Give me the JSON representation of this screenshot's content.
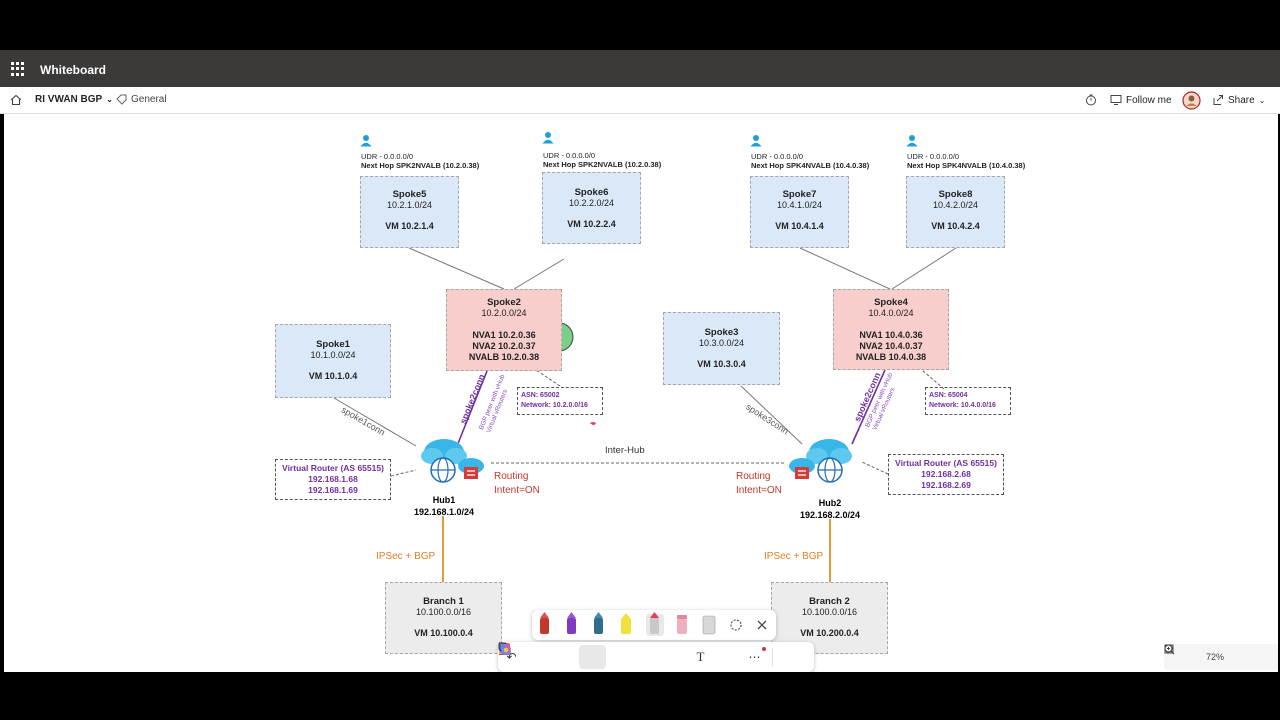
{
  "app": {
    "title": "Whiteboard"
  },
  "toolbar": {
    "board_name": "RI VWAN BGP",
    "sensitivity": "General",
    "follow_me": "Follow me",
    "share": "Share"
  },
  "diagram": {
    "spokes_top": [
      {
        "udr1": "UDR - 0.0.0.0/0",
        "udr2": "Next Hop SPK2NVALB (10.2.0.38)",
        "name": "Spoke5",
        "cidr": "10.2.1.0/24",
        "vm": "VM 10.2.1.4"
      },
      {
        "udr1": "UDR - 0.0.0.0/0",
        "udr2": "Next Hop SPK2NVALB (10.2.0.38)",
        "name": "Spoke6",
        "cidr": "10.2.2.0/24",
        "vm": "VM 10.2.2.4"
      },
      {
        "udr1": "UDR - 0.0.0.0/0",
        "udr2": "Next Hop SPK4NVALB (10.4.0.38)",
        "name": "Spoke7",
        "cidr": "10.4.1.0/24",
        "vm": "VM 10.4.1.4"
      },
      {
        "udr1": "UDR - 0.0.0.0/0",
        "udr2": "Next Hop SPK4NVALB (10.4.0.38)",
        "name": "Spoke8",
        "cidr": "10.4.2.0/24",
        "vm": "VM 10.4.2.4"
      }
    ],
    "spoke2": {
      "name": "Spoke2",
      "cidr": "10.2.0.0/24",
      "nva1": "NVA1 10.2.0.36",
      "nva2": "NVA2 10.2.0.37",
      "nvalb": "NVALB 10.2.0.38"
    },
    "spoke4": {
      "name": "Spoke4",
      "cidr": "10.4.0.0/24",
      "nva1": "NVA1 10.4.0.36",
      "nva2": "NVA2 10.4.0.37",
      "nvalb": "NVALB 10.4.0.38"
    },
    "spoke1": {
      "name": "Spoke1",
      "cidr": "10.1.0.0/24",
      "vm": "VM 10.1.0.4"
    },
    "spoke3": {
      "name": "Spoke3",
      "cidr": "10.3.0.0/24",
      "vm": "VM 10.3.0.4"
    },
    "asn1": {
      "asn": "ASN: 65002",
      "network": "Network: 10.2.0.0/16"
    },
    "asn2": {
      "asn": "ASN: 65004",
      "network": "Network: 10.4.0.0/16"
    },
    "vr1": {
      "title": "Virtual Router (AS 65515)",
      "ip1": "192.168.1.68",
      "ip2": "192.168.1.69"
    },
    "vr2": {
      "title": "Virtual Router (AS 65515)",
      "ip1": "192.168.2.68",
      "ip2": "192.168.2.69"
    },
    "hub1": {
      "name": "Hub1",
      "cidr": "192.168.1.0/24"
    },
    "hub2": {
      "name": "Hub2",
      "cidr": "192.168.2.0/24"
    },
    "routing_left": {
      "l1": "Routing",
      "l2": "Intent=ON"
    },
    "routing_right": {
      "l1": "Routing",
      "l2": "Intent=ON"
    },
    "interhub": "Inter-Hub",
    "spoke1conn": "spoke1conn",
    "spoke2conn": "spoke2conn",
    "spoke3conn": "spoke3conn",
    "spoke4conn": "spoke2conn",
    "bgp_peer_left": "BGP peer with vHub",
    "bgp_peer_left2": "Virtual vRouters",
    "bgp_peer_right": "BGP peer with vHub",
    "bgp_peer_right2": "Virtual vRouters",
    "ipsec_left": "IPSec + BGP",
    "ipsec_right": "IPSec + BGP",
    "branch1": {
      "name": "Branch 1",
      "cidr": "10.100.0.0/16",
      "vm": "VM 10.100.0.4"
    },
    "branch2": {
      "name": "Branch 2",
      "cidr": "10.100.0.0/16",
      "vm": "VM 10.200.0.4"
    }
  },
  "zoom": {
    "level": "72%"
  },
  "colors": {
    "spoke": "#dae8f8",
    "hubspoke": "#f8cecc",
    "branch": "#ececec",
    "title_bar": "#3b3a39",
    "accent_purple": "#7030a0",
    "routing_red": "#c0392b",
    "ipsec_orange": "#e67e22"
  }
}
